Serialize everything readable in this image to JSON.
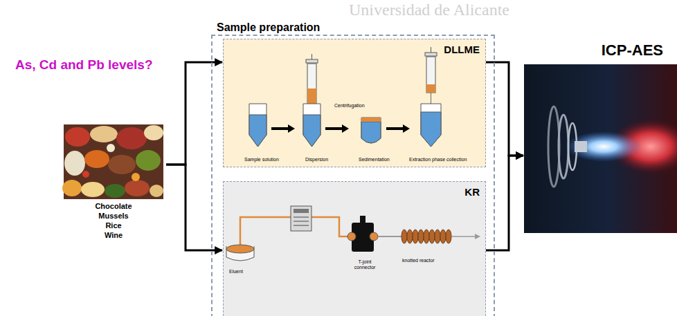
{
  "diagram": {
    "title": "As, Cd and Pb levels?",
    "nodes": [
      {
        "text": [
          "Chocolate",
          "Mussels",
          "Rice",
          "Wine"
        ]
      },
      {
        "text": [
          "Sample preparation"
        ]
      },
      {
        "text": [
          "DLLME",
          "Sample solution",
          "Dispersion",
          "Centrifugation",
          "Sedimentation",
          "Extraction phase collection"
        ],
        "in": 1
      },
      {
        "text": [
          "KR",
          "Eluent",
          "T-joint connector",
          "knotted reactor"
        ],
        "in": 1
      },
      {
        "text": [
          "ICP-AES"
        ]
      }
    ],
    "edges": [
      {
        "from": 0,
        "to": 2,
        "arrow": "to"
      },
      {
        "from": 0,
        "to": 3,
        "arrow": "to"
      },
      {
        "from": 2,
        "to": 4,
        "arrow": "to"
      },
      {
        "from": 3,
        "to": 4,
        "arrow": "to"
      }
    ],
    "labels": [
      "Universidad de Alicante"
    ]
  }
}
